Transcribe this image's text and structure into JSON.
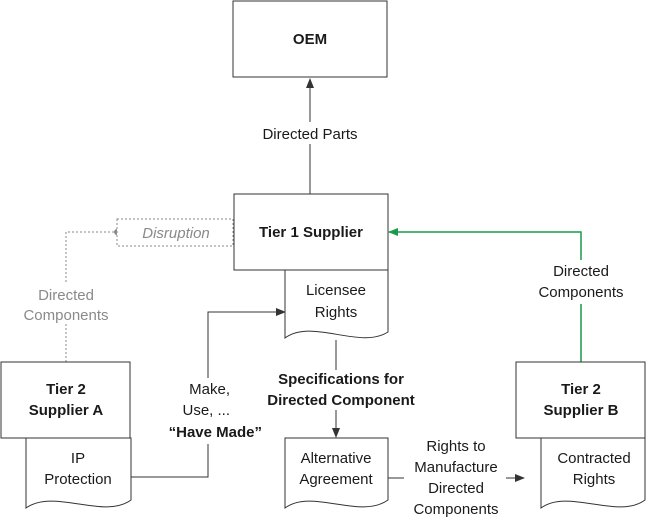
{
  "nodes": {
    "oem": "OEM",
    "tier1": "Tier 1 Supplier",
    "licensee_rights": [
      "Licensee",
      "Rights"
    ],
    "tier2a": [
      "Tier 2",
      "Supplier A"
    ],
    "ip_protection": [
      "IP",
      "Protection"
    ],
    "alternative_agreement": [
      "Alternative",
      "Agreement"
    ],
    "tier2b": [
      "Tier 2",
      "Supplier B"
    ],
    "contracted_rights": [
      "Contracted",
      "Rights"
    ],
    "disruption": "Disruption"
  },
  "labels": {
    "directed_parts": "Directed Parts",
    "directed_components_left": [
      "Directed",
      "Components"
    ],
    "directed_components_right": [
      "Directed",
      "Components"
    ],
    "make_use": [
      "Make,",
      "Use, ..."
    ],
    "have_made": "“Have Made”",
    "specifications": [
      "Specifications for",
      "Directed Component"
    ],
    "rights_to_manufacture": [
      "Rights to",
      "Manufacture",
      "Directed",
      "Components"
    ]
  },
  "colors": {
    "line": "#333333",
    "muted": "#8a8a8a",
    "green": "#1a9a4a"
  }
}
